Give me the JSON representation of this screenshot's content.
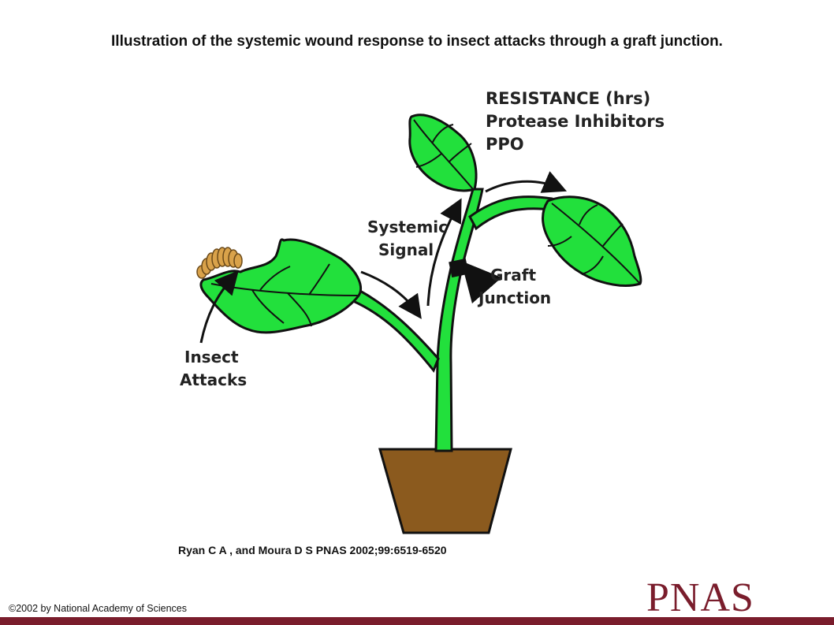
{
  "title": "Illustration of the systemic wound response to insect attacks through a graft junction.",
  "labels": {
    "resistance": [
      "RESISTANCE (hrs)",
      "Protease Inhibitors",
      "PPO"
    ],
    "systemic_signal": [
      "Systemic",
      "Signal"
    ],
    "graft_junction": [
      "Graft",
      "Junction"
    ],
    "insect_attacks": [
      "Insect",
      "Attacks"
    ]
  },
  "citation": "Ryan C A , and Moura D S PNAS 2002;99:6519-6520",
  "copyright": "©2002 by National Academy of Sciences",
  "logo": "PNAS",
  "colors": {
    "leaf": "#22e03c",
    "pot": "#8b5a1e",
    "brand": "#7a1d2c",
    "caterpillar": "#d9a24a"
  }
}
